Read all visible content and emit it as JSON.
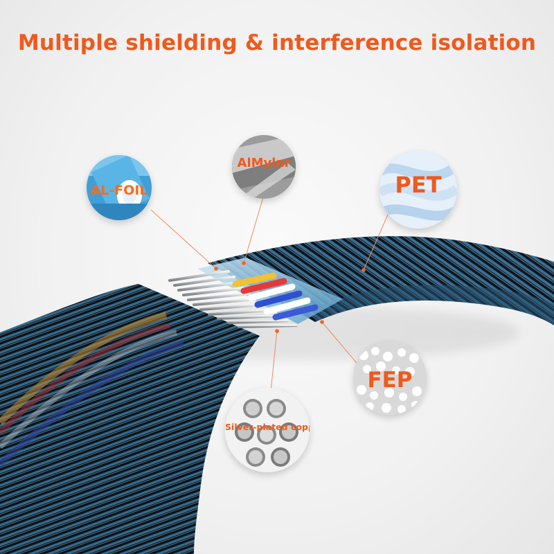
{
  "title": "Multiple shielding & interference isolation",
  "callouts": {
    "al_foil": "AL-FOIL",
    "almylar": "AlMylar",
    "pet": "PET",
    "fep": "FEP",
    "copper": "Silver-plated copper"
  },
  "colors": {
    "accent": "#ee5a1e",
    "braid_dark": "#0e1a24",
    "braid_blue": "#3f7fa6"
  }
}
